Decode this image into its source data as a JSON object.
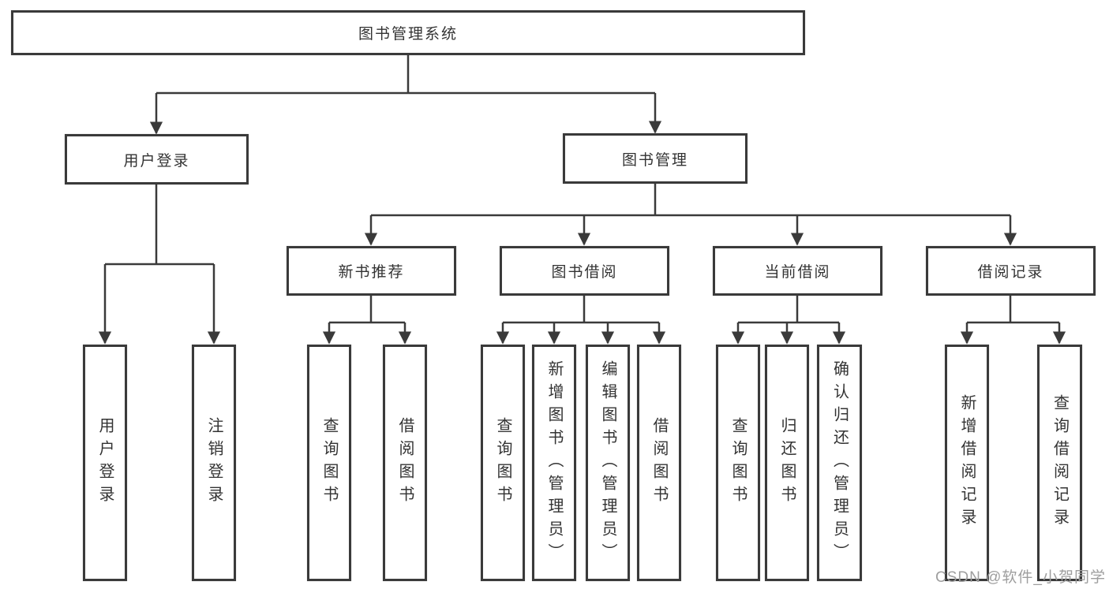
{
  "diagram": {
    "nodes": {
      "root": "图书管理系统",
      "user_login": "用户登录",
      "book_management": "图书管理",
      "new_book_recommend": "新书推荐",
      "book_borrowing": "图书借阅",
      "current_borrowing": "当前借阅",
      "borrowing_records": "借阅记录",
      "leaf_user_login": "用户登录",
      "leaf_logout": "注销登录",
      "leaf_query_book_recommend": "查询图书",
      "leaf_borrow_book_recommend": "借阅图书",
      "leaf_query_book_borrowing": "查询图书",
      "leaf_add_book_admin": "新增图书（管理员）",
      "leaf_edit_book_admin": "编辑图书（管理员）",
      "leaf_borrow_book_borrowing": "借阅图书",
      "leaf_query_book_current": "查询图书",
      "leaf_return_book": "归还图书",
      "leaf_confirm_return_admin": "确认归还（管理员）",
      "leaf_add_borrow_record": "新增借阅记录",
      "leaf_query_borrow_record": "查询借阅记录"
    },
    "edges": [
      [
        "图书管理系统",
        "用户登录"
      ],
      [
        "图书管理系统",
        "图书管理"
      ],
      [
        "用户登录",
        "用户登录"
      ],
      [
        "用户登录",
        "注销登录"
      ],
      [
        "图书管理",
        "新书推荐"
      ],
      [
        "图书管理",
        "图书借阅"
      ],
      [
        "图书管理",
        "当前借阅"
      ],
      [
        "图书管理",
        "借阅记录"
      ],
      [
        "新书推荐",
        "查询图书"
      ],
      [
        "新书推荐",
        "借阅图书"
      ],
      [
        "图书借阅",
        "查询图书"
      ],
      [
        "图书借阅",
        "新增图书（管理员）"
      ],
      [
        "图书借阅",
        "编辑图书（管理员）"
      ],
      [
        "图书借阅",
        "借阅图书"
      ],
      [
        "当前借阅",
        "查询图书"
      ],
      [
        "当前借阅",
        "归还图书"
      ],
      [
        "当前借阅",
        "确认归还（管理员）"
      ],
      [
        "借阅记录",
        "新增借阅记录"
      ],
      [
        "借阅记录",
        "查询借阅记录"
      ]
    ]
  },
  "watermark": {
    "text": "CSDN @软件_小贺同学"
  }
}
